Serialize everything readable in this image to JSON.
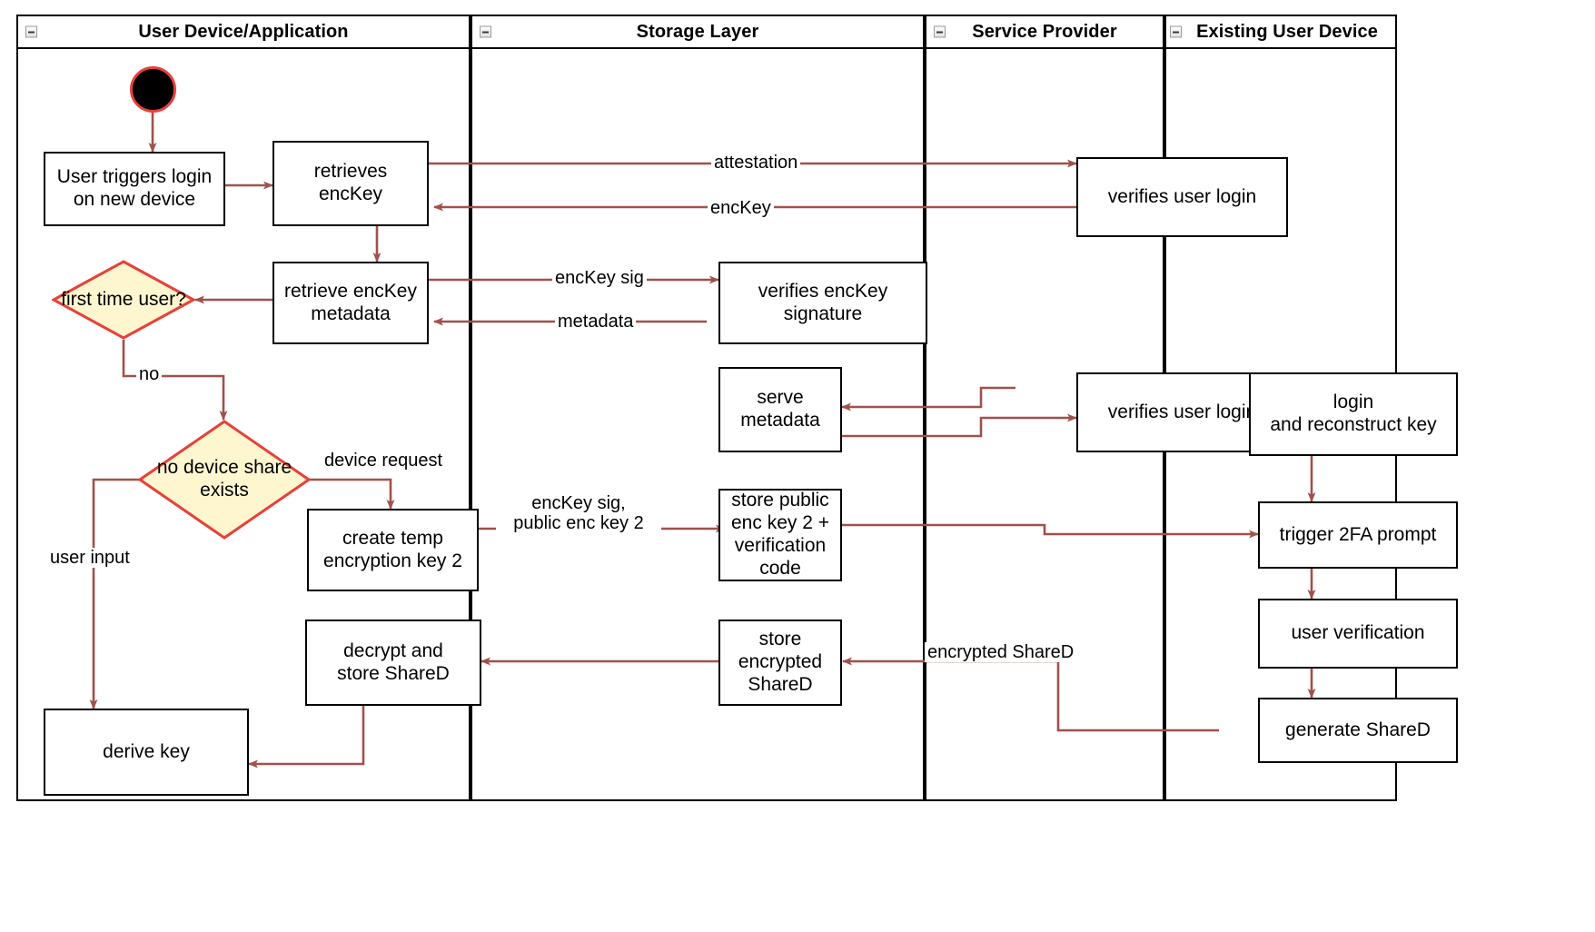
{
  "diagram": {
    "type": "uml-activity-swimlane",
    "title": "Key recovery / new-device login activity diagram",
    "colors": {
      "edge": "#a0514b",
      "decision_fill": "#fdf6cf",
      "decision_stroke": "#e8403a",
      "node_stroke": "#000000",
      "node_fill": "#ffffff",
      "start_fill": "#000000",
      "start_stroke": "#e8403a",
      "lane_stroke": "#000000",
      "text": "#000000"
    }
  },
  "lanes": [
    {
      "id": "user-device",
      "label": "User Device/Application",
      "collapse_icon": "minus-box-icon"
    },
    {
      "id": "storage-layer",
      "label": "Storage Layer",
      "collapse_icon": "minus-box-icon"
    },
    {
      "id": "service-provider",
      "label": "Service Provider",
      "collapse_icon": "minus-box-icon"
    },
    {
      "id": "existing-user-device",
      "label": "Existing User Device",
      "collapse_icon": "minus-box-icon"
    }
  ],
  "nodes": {
    "start": {
      "kind": "initial-node",
      "label": ""
    },
    "user_triggers_login": {
      "kind": "action",
      "lines": [
        "User triggers login",
        "on new device"
      ]
    },
    "retrieves_enckey": {
      "kind": "action",
      "lines": [
        "retrieves",
        "encKey"
      ]
    },
    "retrieve_enckey_metadata": {
      "kind": "action",
      "lines": [
        "retrieve encKey",
        "metadata"
      ]
    },
    "first_time_user": {
      "kind": "decision",
      "lines": [
        "first time",
        "user?"
      ]
    },
    "no_device_share_exists": {
      "kind": "decision",
      "lines": [
        "no device",
        "share exists"
      ]
    },
    "create_temp_encryption_key_2": {
      "kind": "action",
      "lines": [
        "create temp",
        "encryption key 2"
      ]
    },
    "decrypt_and_store_shared": {
      "kind": "action",
      "lines": [
        "decrypt and",
        "store ShareD"
      ]
    },
    "derive_key": {
      "kind": "action",
      "lines": [
        "derive key"
      ]
    },
    "verifies_enckey_signature": {
      "kind": "action",
      "lines": [
        "verifies encKey",
        "signature"
      ]
    },
    "serve_metadata": {
      "kind": "action",
      "lines": [
        "serve metadata"
      ]
    },
    "store_public_enc_key_2": {
      "kind": "action",
      "lines": [
        "store public",
        "enc key 2 +",
        "verification code"
      ]
    },
    "store_encrypted_shared": {
      "kind": "action",
      "lines": [
        "store encrypted",
        "ShareD"
      ]
    },
    "verifies_user_login_top": {
      "kind": "action",
      "lines": [
        "verifies user login"
      ]
    },
    "verifies_user_login_mid": {
      "kind": "action",
      "lines": [
        "verifies user login"
      ]
    },
    "login_and_reconstruct_key": {
      "kind": "action",
      "lines": [
        "login",
        "and reconstruct key"
      ]
    },
    "trigger_2fa_prompt": {
      "kind": "action",
      "lines": [
        "trigger 2FA prompt"
      ]
    },
    "user_verification": {
      "kind": "action",
      "lines": [
        "user verification"
      ]
    },
    "generate_shared": {
      "kind": "action",
      "lines": [
        "generate ShareD"
      ]
    }
  },
  "edge_labels": {
    "attestation": "attestation",
    "enckey": "encKey",
    "enckey_sig": "encKey sig",
    "metadata": "metadata",
    "no": "no",
    "device_request": "device request",
    "user_input": "user input",
    "enckey_sig_pubkey2": "encKey sig,\npublic enc key 2",
    "encrypted_shared": "encrypted ShareD"
  }
}
